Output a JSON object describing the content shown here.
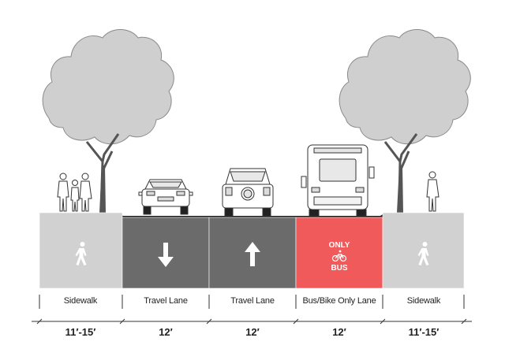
{
  "segments": [
    {
      "label": "Sidewalk",
      "width": "11′-15′",
      "color": "#d1d1d1",
      "symbol": "pedestrian-icon"
    },
    {
      "label": "Travel Lane",
      "width": "12′",
      "color": "#6b6b6b",
      "symbol": "arrow-down-icon"
    },
    {
      "label": "Travel Lane",
      "width": "12′",
      "color": "#6b6b6b",
      "symbol": "arrow-up-icon"
    },
    {
      "label": "Bus/Bike Only Lane",
      "width": "12′",
      "color": "#f05a5b",
      "symbol": "bike-icon"
    },
    {
      "label": "Sidewalk",
      "width": "11′-15′",
      "color": "#d1d1d1",
      "symbol": "pedestrian-icon"
    }
  ],
  "bus_lane_marking": {
    "line1": "ONLY",
    "line2": "BUS"
  },
  "colors": {
    "road_surface": "#222222",
    "tree_canopy": "#cfcfcf",
    "tree_trunk": "#555555",
    "outline": "#333333"
  }
}
